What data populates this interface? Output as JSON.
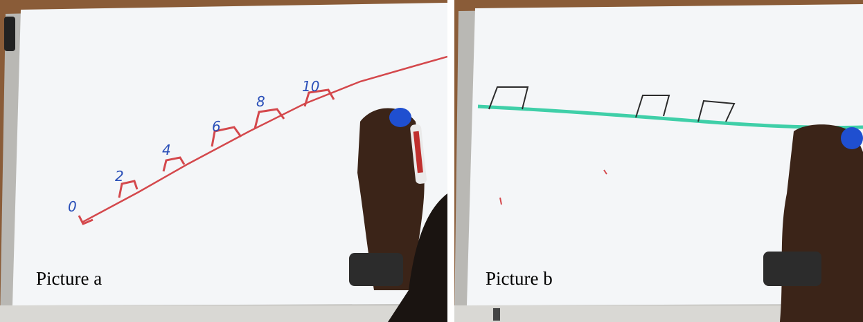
{
  "colors": {
    "whiteboard": "#f4f6f8",
    "frame": "#b9b8b4",
    "wall": "#8a5c38",
    "red_marker": "#d4484c",
    "blue_numbers": "#2a4fb8",
    "teal_line": "#3fcfa8",
    "black_ink": "#2b2b2b",
    "skin": "#3b2418"
  },
  "panel_a": {
    "caption": "Picture a",
    "tick_labels": [
      "0",
      "2",
      "4",
      "6",
      "8",
      "10"
    ]
  },
  "panel_b": {
    "caption": "Picture b"
  }
}
